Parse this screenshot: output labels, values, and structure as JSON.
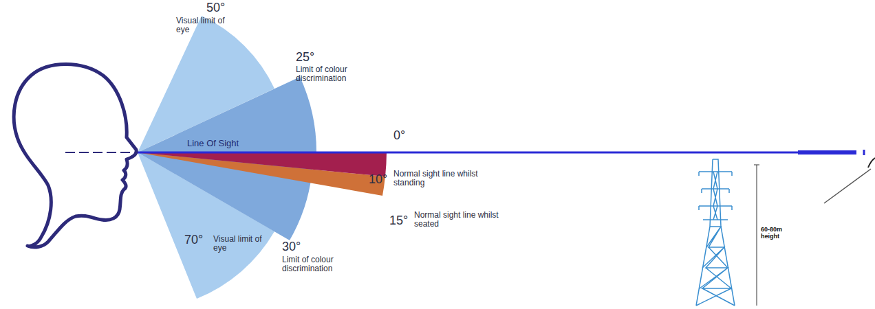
{
  "diagram": {
    "labels": [
      "50°",
      "Visual limit of eye",
      "25°",
      "Limit of colour discrimination",
      "Line Of Sight",
      "0°",
      "10°",
      "Normal sight line whilst standing",
      "15°",
      "Normal sight line whilst seated",
      "70°",
      "Visual limit of eye",
      "30°",
      "Limit of colour discrimination",
      "60-80m height"
    ]
  }
}
